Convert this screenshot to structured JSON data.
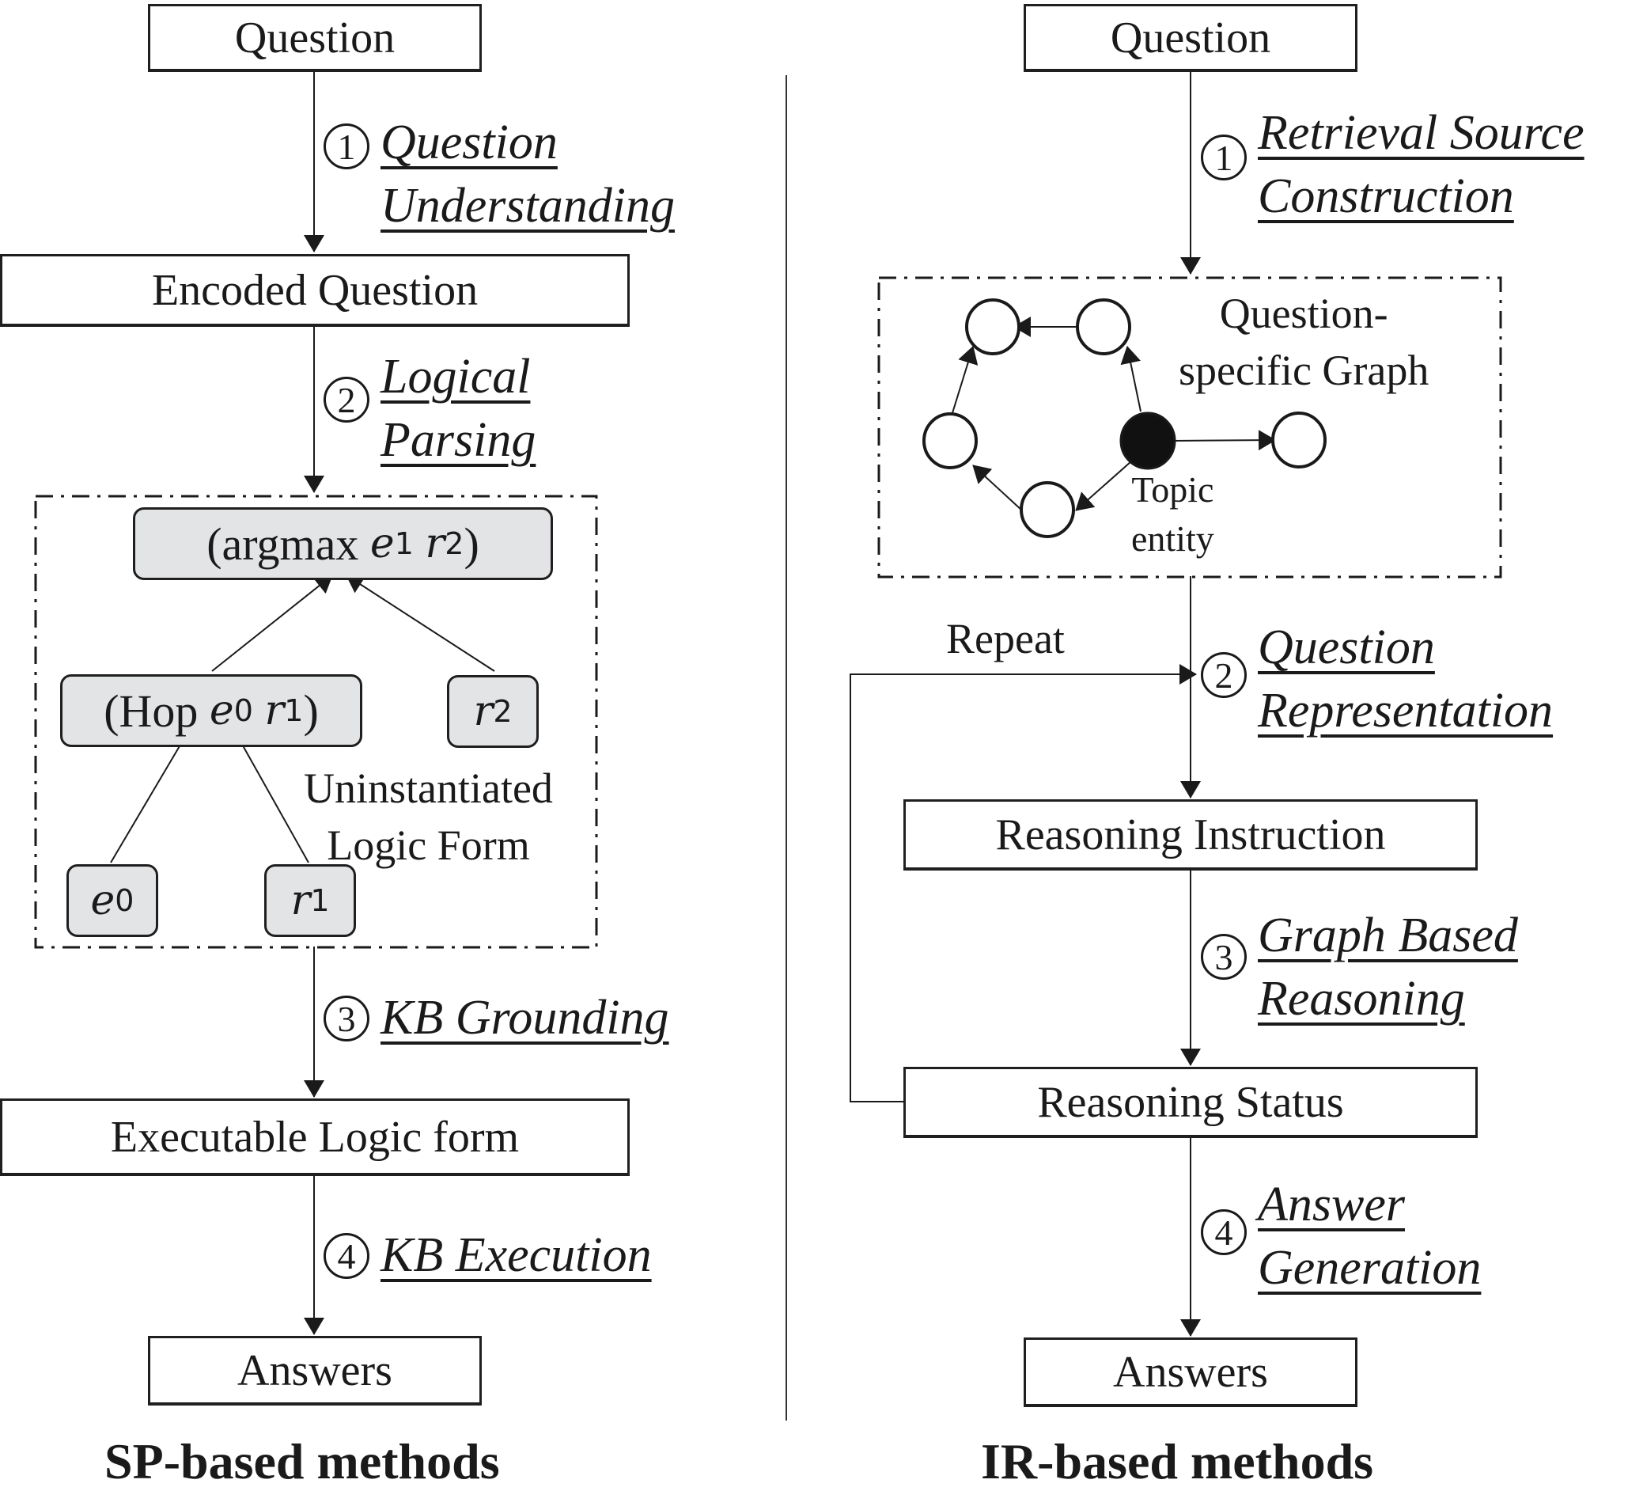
{
  "sp": {
    "caption": "SP-based methods",
    "question": "Question",
    "encoded_question": "Encoded Question",
    "executable_logic_form": "Executable Logic form",
    "answers": "Answers",
    "steps": [
      {
        "num": "1",
        "lines": [
          "Question",
          "Understanding"
        ]
      },
      {
        "num": "2",
        "lines": [
          "Logical",
          "Parsing"
        ]
      },
      {
        "num": "3",
        "lines": [
          "KB Grounding"
        ]
      },
      {
        "num": "4",
        "lines": [
          "KB Execution"
        ]
      }
    ],
    "logic_form": {
      "label_lines": [
        "Uninstantiated",
        "Logic Form"
      ],
      "argmax": {
        "op": "(argmax ",
        "e": "e",
        "e_sub": "1",
        "r": "r",
        "r_sub": "2",
        "close": ")"
      },
      "hop": {
        "op": "(Hop ",
        "e": "e",
        "e_sub": "0",
        "r": "r",
        "r_sub": "1",
        "close": ")"
      },
      "r2": {
        "sym": "r",
        "sub": "2"
      },
      "e0": {
        "sym": "e",
        "sub": "0"
      },
      "r1": {
        "sym": "r",
        "sub": "1"
      }
    }
  },
  "ir": {
    "caption": "IR-based methods",
    "question": "Question",
    "reasoning_instruction": "Reasoning Instruction",
    "reasoning_status": "Reasoning Status",
    "answers": "Answers",
    "repeat_label": "Repeat",
    "steps": [
      {
        "num": "1",
        "lines": [
          "Retrieval Source",
          "Construction"
        ]
      },
      {
        "num": "2",
        "lines": [
          "Question",
          "Representation"
        ]
      },
      {
        "num": "3",
        "lines": [
          "Graph Based",
          "Reasoning"
        ]
      },
      {
        "num": "4",
        "lines": [
          "Answer",
          "Generation"
        ]
      }
    ],
    "graph": {
      "label_lines": [
        "Question-",
        "specific Graph"
      ],
      "topic_lines": [
        "Topic",
        "entity"
      ]
    }
  },
  "colors": {
    "ink": "#1a1a1a",
    "node_fill": "#e3e4e6",
    "topic_fill": "#111111"
  }
}
